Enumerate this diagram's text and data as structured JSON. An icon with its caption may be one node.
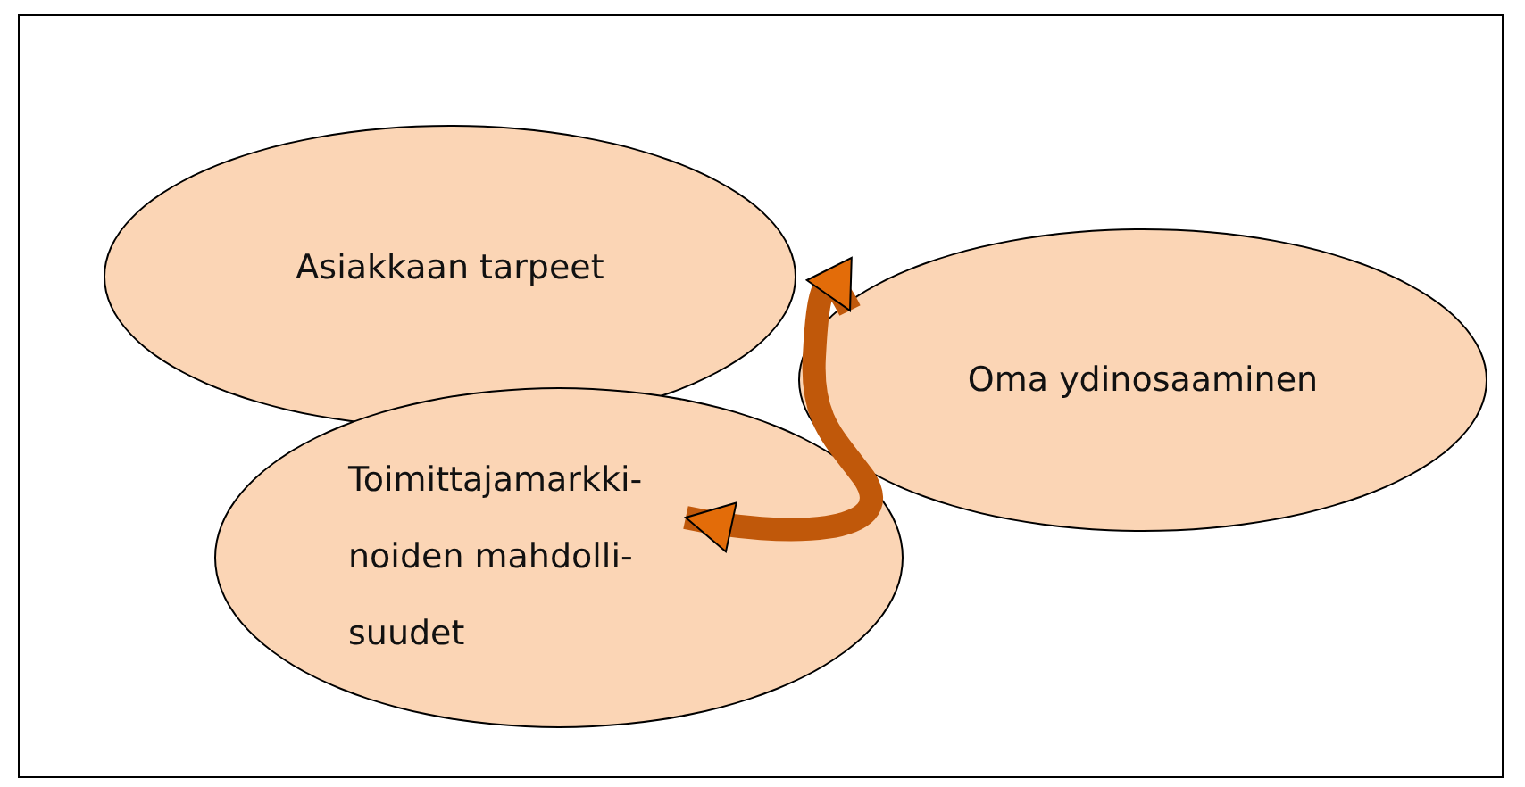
{
  "diagram": {
    "nodes": [
      {
        "text": [
          "Asiakkaan tarpeet"
        ]
      },
      {
        "text": [
          "Oma ydinosaaminen"
        ]
      },
      {
        "text": [
          "Toimittajamarkki- noiden mahdolli- suudet"
        ]
      }
    ],
    "edges": [
      {
        "from": 2,
        "to": 1,
        "arrow": "both"
      }
    ]
  }
}
